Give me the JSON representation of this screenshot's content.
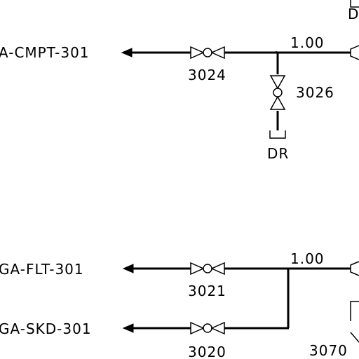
{
  "lines": [
    {
      "destination": "A-CMPT-301",
      "valve": "3024",
      "size": "1.00"
    },
    {
      "destination": "GA-FLT-301",
      "valve": "3021",
      "size": "1.00"
    },
    {
      "destination": "GA-SKD-301",
      "valve": "3020"
    }
  ],
  "branch_valve": {
    "tag": "3026",
    "drain": "DR"
  },
  "edge_labels": {
    "top_right": "D",
    "bottom_right_valve": "3070"
  }
}
